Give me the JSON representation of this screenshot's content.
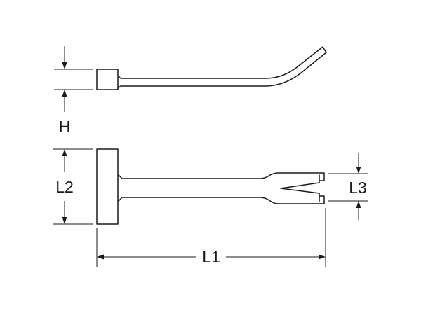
{
  "dimensions": {
    "h_label": "H",
    "l1_label": "L1",
    "l2_label": "L2",
    "l3_label": "L3"
  },
  "colors": {
    "stroke": "#1a1a1a",
    "background": "#ffffff"
  }
}
